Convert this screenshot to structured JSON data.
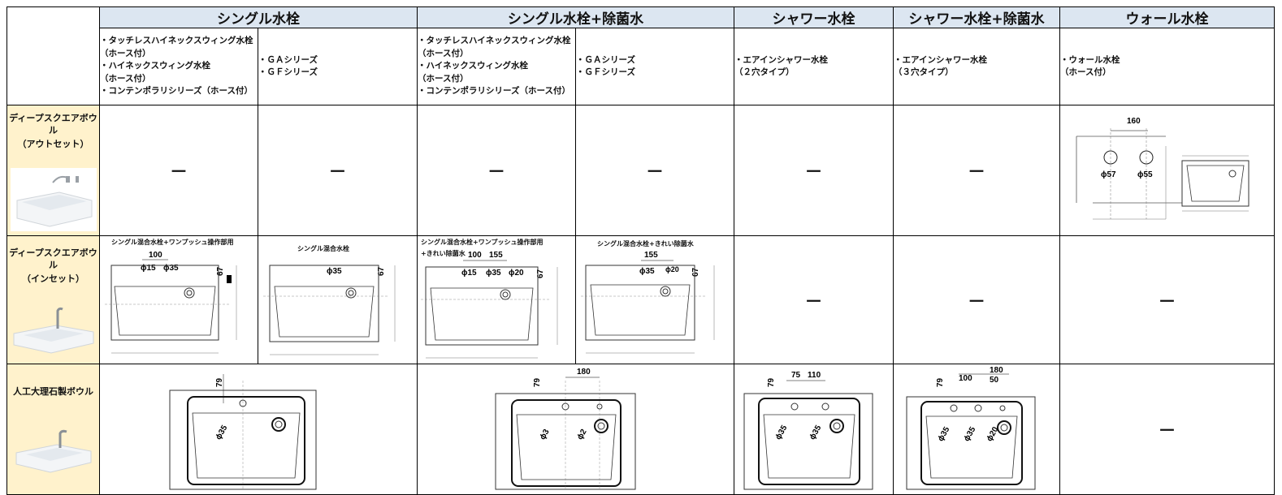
{
  "headers": {
    "groups": [
      "シングル水栓",
      "シングル水栓+除菌水",
      "シャワー水栓",
      "シャワー水栓+除菌水",
      "ウォール水栓"
    ],
    "sub": [
      [
        "・タッチレスハイネックスウィング水栓",
        "（ホース付）",
        "・ハイネックスウィング水栓",
        "（ホース付）",
        "・コンテンポラリシリーズ（ホース付）"
      ],
      [
        "・ＧＡシリーズ",
        "・ＧＦシリーズ"
      ],
      [
        "・タッチレスハイネックスウィング水栓",
        "（ホース付）",
        "・ハイネックスウィング水栓",
        "（ホース付）",
        "・コンテンポラリシリーズ（ホース付）"
      ],
      [
        "・ＧＡシリーズ",
        "・ＧＦシリーズ"
      ],
      [
        "・エアインシャワー水栓",
        "（２穴タイプ）"
      ],
      [
        "・エアインシャワー水栓",
        "（３穴タイプ）"
      ],
      [
        "・ウォール水栓",
        "（ホース付）"
      ]
    ]
  },
  "rows": [
    {
      "label": [
        "ディープスクエアボウル",
        "（アウトセット）"
      ]
    },
    {
      "label": [
        "ディープスクエアボウル",
        "（インセット）"
      ]
    },
    {
      "label": [
        "人工大理石製ボウル"
      ]
    }
  ],
  "dash": "－",
  "notes": {
    "inset_1": "シングル混合水栓+ワンプッシュ操作部用",
    "inset_2": "シングル混合水栓",
    "inset_3a": "シングル混合水栓+ワンプッシュ操作部用",
    "inset_3b": "+きれい除菌水",
    "inset_4": "シングル混合水栓+きれい除菌水"
  },
  "dims": {
    "wall_160": "160",
    "wall_57": "ϕ57",
    "wall_55": "ϕ55",
    "i1_100": "100",
    "i1_15": "ϕ15",
    "i1_35": "ϕ35",
    "i1_67": "67",
    "i2_35": "ϕ35",
    "i2_67": "67",
    "i3_100": "100",
    "i3_155": "155",
    "i3_15": "ϕ15",
    "i3_35": "ϕ35",
    "i3_20": "ϕ20",
    "i3_67": "67",
    "i4_155": "155",
    "i4_35": "ϕ35",
    "i4_20": "ϕ20",
    "i4_67": "67",
    "m1_79": "79",
    "m1_35": "ϕ35",
    "m2_79": "79",
    "m2_180": "180",
    "m2_3": "ϕ3",
    "m2_2": "ϕ2",
    "m3_79": "79",
    "m3_75": "75",
    "m3_110": "110",
    "m3_35a": "ϕ35",
    "m3_35b": "ϕ35",
    "m4_79": "79",
    "m4_180": "180",
    "m4_100": "100",
    "m4_50": "50",
    "m4_35a": "ϕ35",
    "m4_35b": "ϕ35",
    "m4_20": "ϕ20"
  }
}
